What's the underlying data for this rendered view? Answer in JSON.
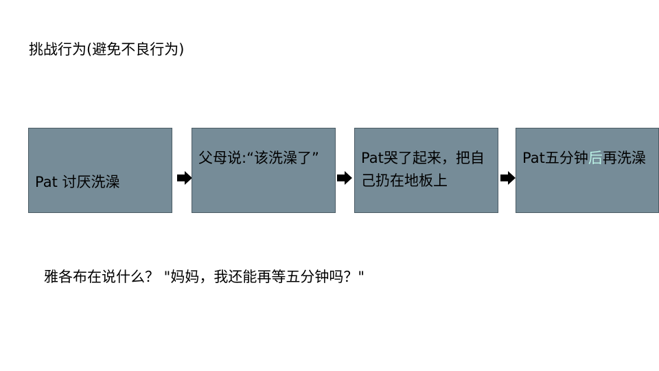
{
  "slide": {
    "title": "挑战行为(避免不良行为)",
    "steps": [
      {
        "text": "Pat 讨厌洗澡"
      },
      {
        "text": "父母说:“该洗澡了”"
      },
      {
        "text": "Pat哭了起来，把自己扔在地板上"
      },
      {
        "before": "Pat五分钟",
        "highlight": "后",
        "after": "再洗澡"
      }
    ],
    "question": "雅各布在说什么？ \"妈妈，我还能再等五分钟吗？\"",
    "colors": {
      "box_fill": "#768c98",
      "box_border": "#4a5a63",
      "highlight_text": "#b9f0e4",
      "arrow": "#000000"
    },
    "icons": [
      "arrow-right-icon",
      "arrow-right-icon",
      "arrow-right-icon"
    ]
  }
}
